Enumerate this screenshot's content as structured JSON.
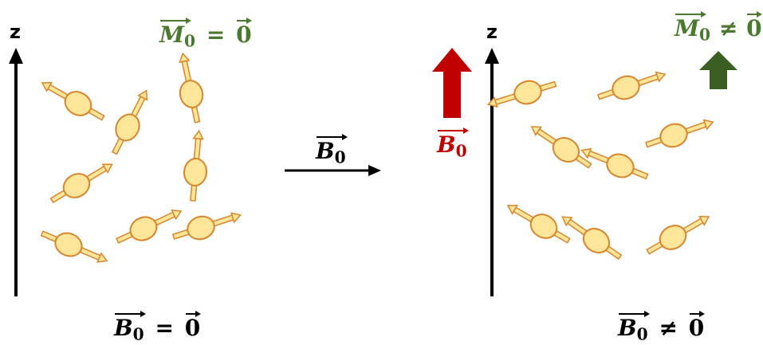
{
  "left_panel": {
    "axis_label": "z",
    "magnetization": {
      "symbol": "M",
      "subscript": "0",
      "relation": "=",
      "value": "0"
    },
    "field_condition": {
      "symbol": "B",
      "subscript": "0",
      "relation": "=",
      "value": "0"
    }
  },
  "transition": {
    "symbol": "B",
    "subscript": "0"
  },
  "right_panel": {
    "axis_label": "z",
    "field_label": {
      "symbol": "B",
      "subscript": "0"
    },
    "magnetization": {
      "symbol": "M",
      "subscript": "0",
      "relation": "≠",
      "value": "0"
    },
    "field_condition": {
      "symbol": "B",
      "subscript": "0",
      "relation": "≠",
      "value": "0"
    }
  },
  "colors": {
    "spin_fill": "#fde69a",
    "spin_stroke": "#d8852b",
    "field_arrow": "#c00000",
    "magnetization_arrow": "#3b5e22",
    "magnetization_text": "#4b7a2e",
    "field_text": "#c00000",
    "axis": "#000000"
  },
  "spins": {
    "left": [
      {
        "angle_deg": 30
      },
      {
        "angle_deg": 117
      },
      {
        "angle_deg": 78
      },
      {
        "angle_deg": 149
      },
      {
        "angle_deg": 95
      },
      {
        "angle_deg": 203
      },
      {
        "angle_deg": 155
      },
      {
        "angle_deg": 162
      },
      {
        "angle_deg": -20
      }
    ],
    "right": [
      {
        "angle_deg": -17
      },
      {
        "angle_deg": 34
      },
      {
        "angle_deg": 161
      },
      {
        "angle_deg": 22
      },
      {
        "angle_deg": 161
      },
      {
        "angle_deg": 30
      },
      {
        "angle_deg": 35
      },
      {
        "angle_deg": 150
      },
      {
        "angle_deg": 16
      }
    ]
  }
}
